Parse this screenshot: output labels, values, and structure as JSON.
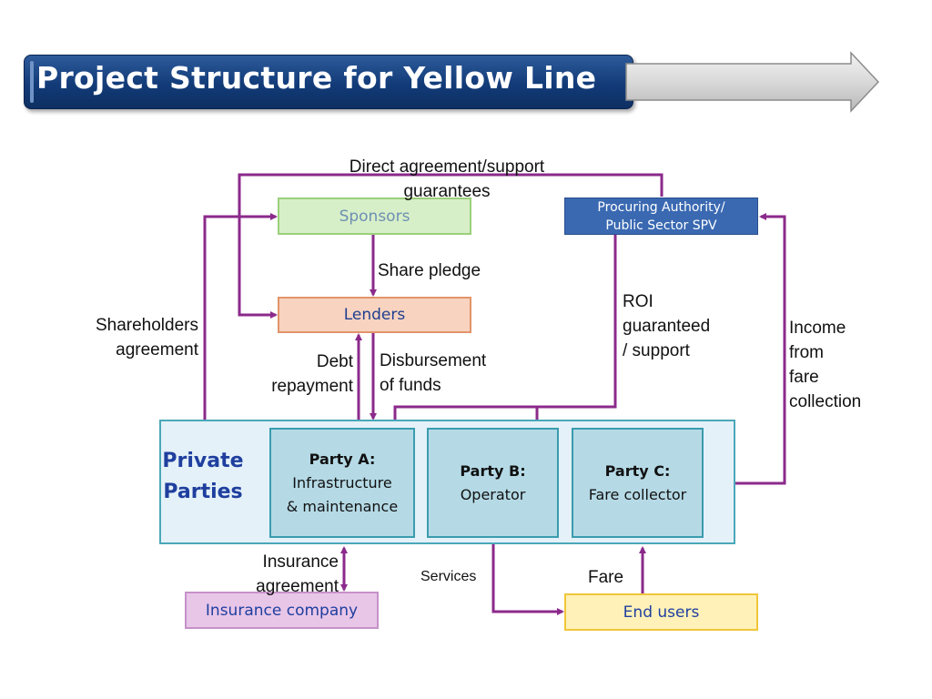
{
  "title": "Project Structure for Yellow Line",
  "boxes": {
    "sponsors": "Sponsors",
    "lenders": "Lenders",
    "procuring_line1": "Procuring Authority/",
    "procuring_line2": "Public Sector SPV",
    "private_line1": "Private",
    "private_line2": "Parties",
    "party_a_title": "Party A:",
    "party_a_line1": "Infrastructure",
    "party_a_line2": "& maintenance",
    "party_b_title": "Party B:",
    "party_b_line1": "Operator",
    "party_c_title": "Party C:",
    "party_c_line1": "Fare collector",
    "insurance": "Insurance company",
    "end_users": "End users"
  },
  "labels": {
    "direct_line1": "Direct agreement/support",
    "direct_line2": "guarantees",
    "share_pledge": "Share pledge",
    "shareholders_line1": "Shareholders",
    "shareholders_line2": "agreement",
    "debt_line1": "Debt",
    "debt_line2": "repayment",
    "disbursement_line1": "Disbursement",
    "disbursement_line2": "of funds",
    "roi_line1": "ROI",
    "roi_line2": "guaranteed",
    "roi_line3": "/ support",
    "income_line1": "Income",
    "income_line2": "from",
    "income_line3": "fare",
    "income_line4": "collection",
    "insurance_line1": "Insurance",
    "insurance_line2": "agreement",
    "services": "Services",
    "fare": "Fare"
  },
  "colors": {
    "connector": "#8b2a8b",
    "title_bar": "#123b78"
  }
}
